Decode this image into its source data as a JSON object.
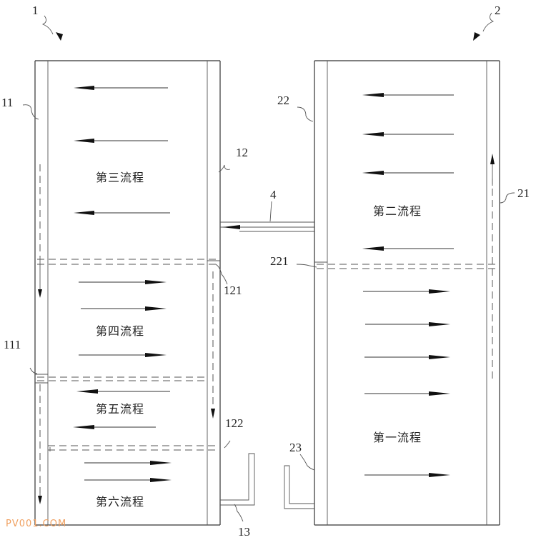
{
  "labels": {
    "l1": "1",
    "l2": "2",
    "l11": "11",
    "l12": "12",
    "l111": "111",
    "l121": "121",
    "l122": "122",
    "l13": "13",
    "l4": "4",
    "l22": "22",
    "l21": "21",
    "l221": "221",
    "l23": "23"
  },
  "stages": {
    "first": "第一流程",
    "second": "第二流程",
    "third": "第三流程",
    "fourth": "第四流程",
    "fifth": "第五流程",
    "sixth": "第六流程"
  },
  "watermark": "PV001.COM",
  "colors": {
    "line": "#333333",
    "watermark": "#f0a060"
  }
}
